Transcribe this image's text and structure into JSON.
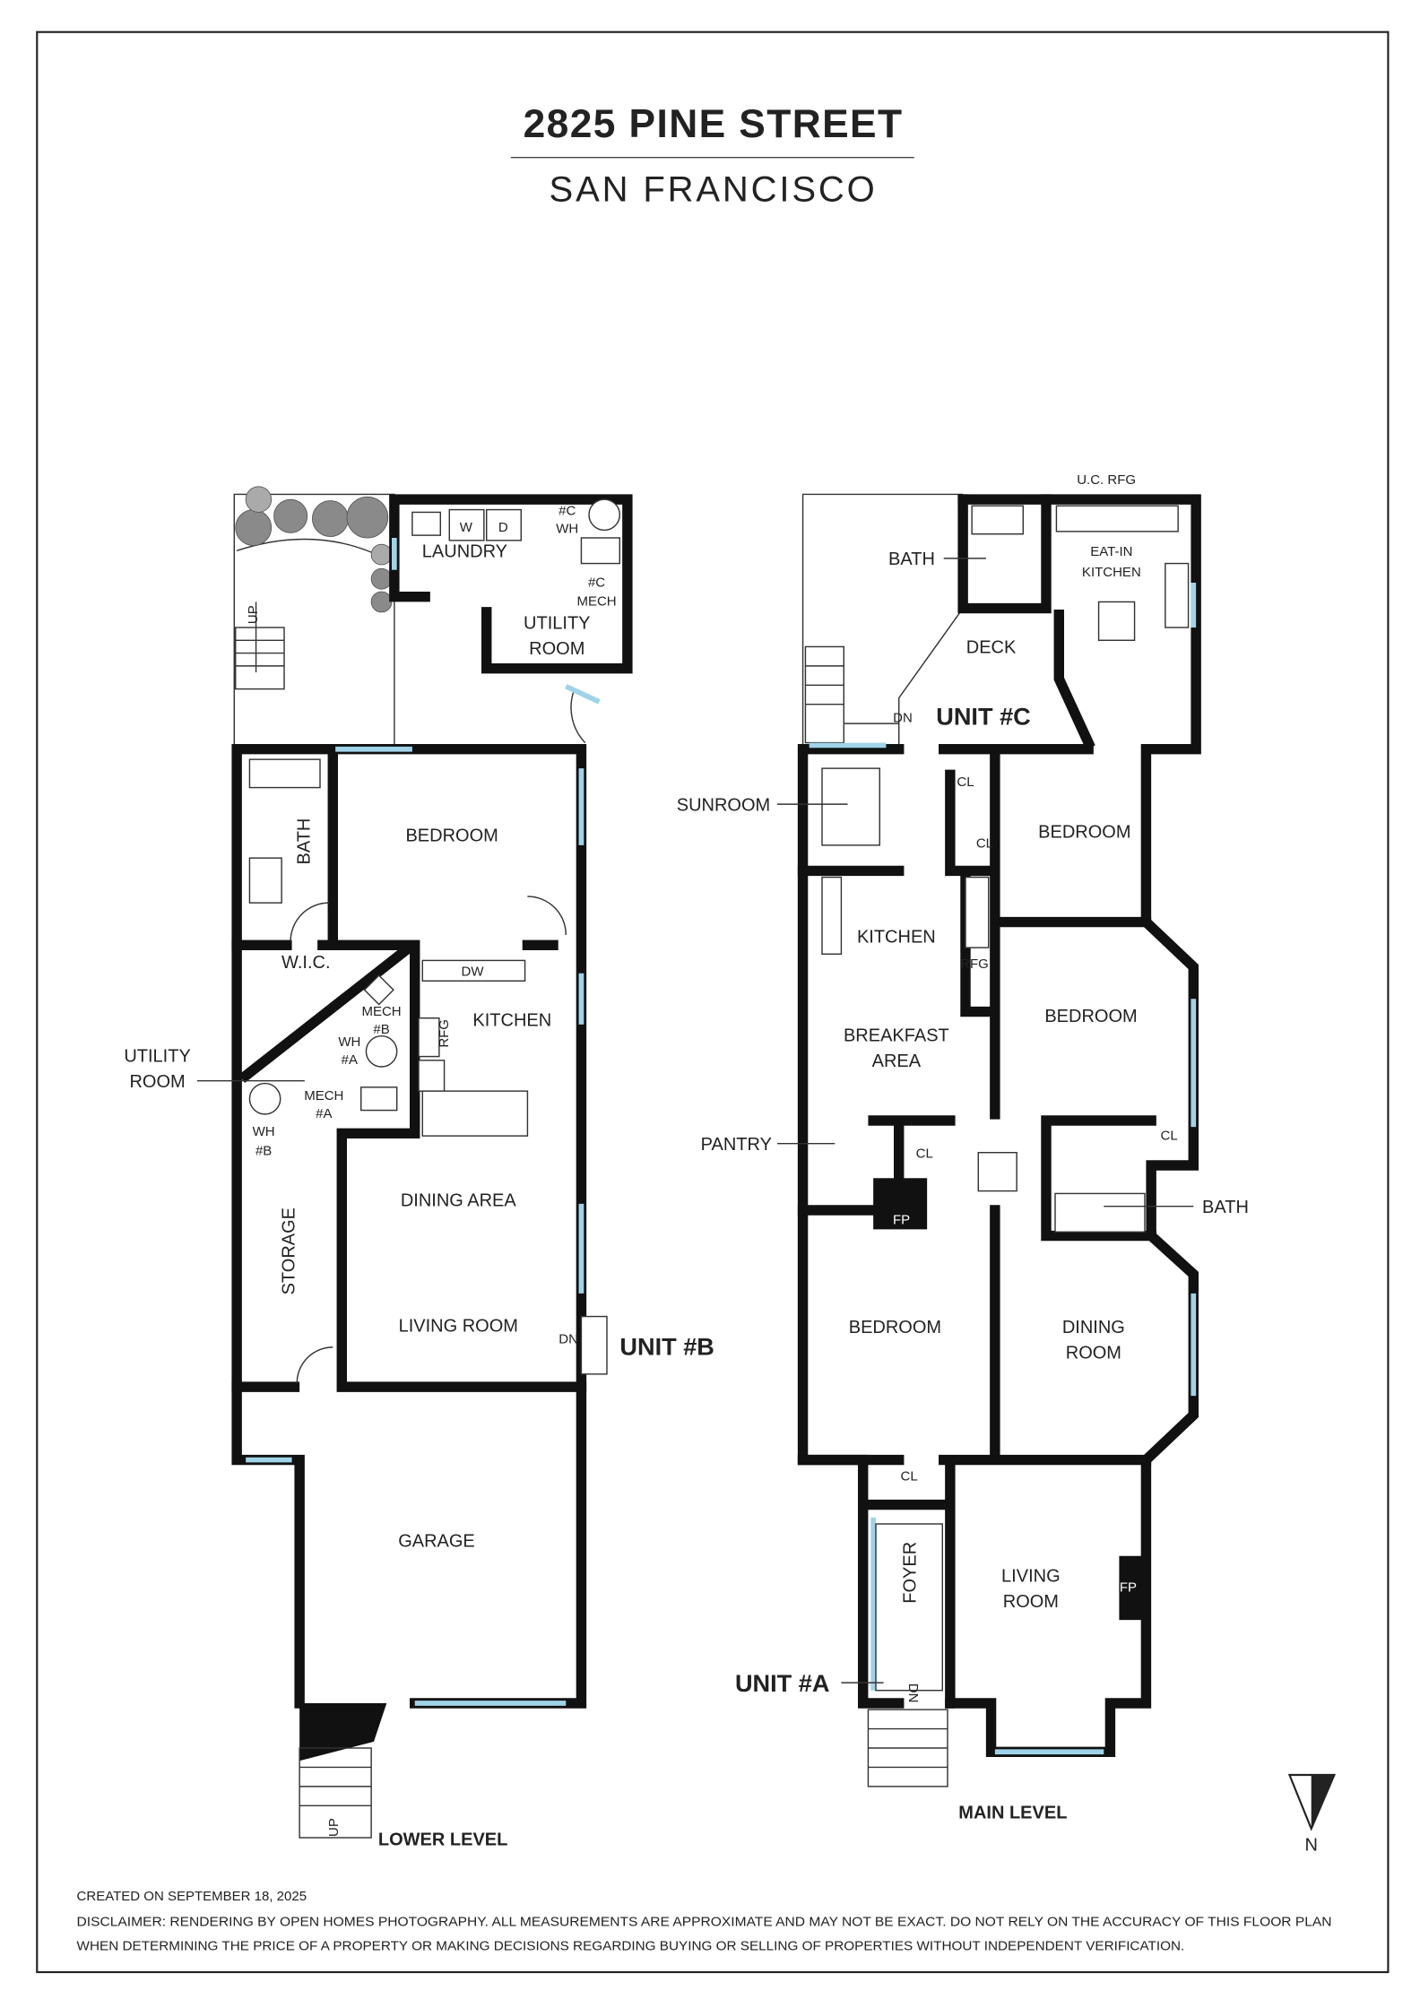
{
  "header": {
    "title": "2825 PINE STREET",
    "subtitle": "SAN FRANCISCO"
  },
  "lower_level": {
    "level_label": "LOWER LEVEL",
    "laundry": "LAUNDRY",
    "washer": "W",
    "dryer": "D",
    "c_wh_1": "#C",
    "c_wh_2": "WH",
    "c_mech_1": "#C",
    "c_mech_2": "MECH",
    "utility_room_1": "UTILITY",
    "utility_room_2": "ROOM",
    "up_rear": "UP",
    "bath": "BATH",
    "bedroom": "BEDROOM",
    "wic": "W.I.C.",
    "mech_b_1": "MECH",
    "mech_b_2": "#B",
    "wh_a_1": "WH",
    "wh_a_2": "#A",
    "mech_a_1": "MECH",
    "mech_a_2": "#A",
    "wh_b_1": "WH",
    "wh_b_2": "#B",
    "kitchen": "KITCHEN",
    "rfg": "RFG",
    "dw": "DW",
    "utility_callout_1": "UTILITY",
    "utility_callout_2": "ROOM",
    "storage": "STORAGE",
    "dining_area": "DINING AREA",
    "living_room": "LIVING ROOM",
    "dn": "DN",
    "unit": "UNIT #B",
    "garage": "GARAGE",
    "up_front": "UP"
  },
  "main_level": {
    "level_label": "MAIN LEVEL",
    "uc_rfg": "U.C. RFG",
    "bath_top": "BATH",
    "eat_in_kitchen_1": "EAT-IN",
    "eat_in_kitchen_2": "KITCHEN",
    "deck": "DECK",
    "dn_rear": "DN",
    "unit_c": "UNIT #C",
    "sunroom": "SUNROOM",
    "cl_1": "CL",
    "cl_2": "CL",
    "bedroom_1": "BEDROOM",
    "kitchen": "KITCHEN",
    "rfg": "RFG",
    "breakfast_1": "BREAKFAST",
    "breakfast_2": "AREA",
    "bedroom_2": "BEDROOM",
    "pantry": "PANTRY",
    "cl_3": "CL",
    "cl_4": "CL",
    "fp_1": "FP",
    "bath": "BATH",
    "bedroom_3": "BEDROOM",
    "dining_room_1": "DINING",
    "dining_room_2": "ROOM",
    "cl_5": "CL",
    "foyer": "FOYER",
    "living_room_1": "LIVING",
    "living_room_2": "ROOM",
    "fp_2": "FP",
    "unit_a": "UNIT #A",
    "dn_front": "DN"
  },
  "compass": {
    "north": "N"
  },
  "footer": {
    "created": "CREATED ON SEPTEMBER 18, 2025",
    "disclaimer_1": "DISCLAIMER: RENDERING BY OPEN HOMES PHOTOGRAPHY. ALL MEASUREMENTS ARE APPROXIMATE AND MAY NOT BE EXACT. DO NOT RELY ON THE ACCURACY OF THIS FLOOR PLAN",
    "disclaimer_2": "WHEN DETERMINING THE PRICE OF A PROPERTY OR MAKING DECISIONS REGARDING BUYING OR SELLING OF PROPERTIES WITHOUT INDEPENDENT VERIFICATION."
  },
  "colors": {
    "wall": "#111111",
    "window": "#9fd3e8",
    "plant": "#8a8a8a"
  }
}
